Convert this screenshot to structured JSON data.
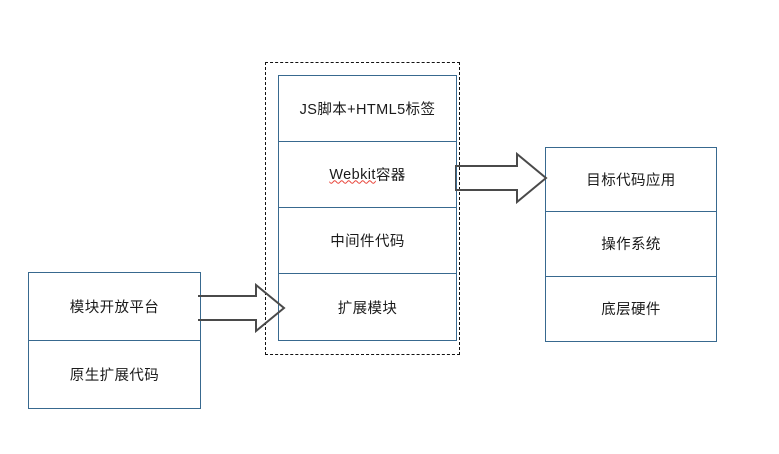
{
  "diagram": {
    "title": "HTML5 hybrid application architecture diagram",
    "colors": {
      "box_border": "#38698f",
      "dashed_border": "#111111",
      "arrow_stroke": "#4a4a4a",
      "text": "#1a1a1a",
      "background": "#ffffff",
      "spellcheck_underline": "#e8443a"
    },
    "left_group": {
      "name": "module-platform-stack",
      "rows": [
        {
          "label": "模块开放平台"
        },
        {
          "label": "原生扩展代码"
        }
      ]
    },
    "center_group": {
      "name": "hybrid-container-stack",
      "dashed_boundary": true,
      "rows": [
        {
          "label": "JS脚本+HTML5标签"
        },
        {
          "label_prefix": "Webkit",
          "label_suffix": "容器",
          "spellchecked": true
        },
        {
          "label": "中间件代码"
        },
        {
          "label": "扩展模块"
        }
      ]
    },
    "right_group": {
      "name": "target-platform-stack",
      "rows": [
        {
          "label": "目标代码应用"
        },
        {
          "label": "操作系统"
        },
        {
          "label": "底层硬件"
        }
      ]
    },
    "arrows": [
      {
        "name": "arrow-left-to-center",
        "direction": "right",
        "from": "模块开放平台",
        "to": "扩展模块"
      },
      {
        "name": "arrow-center-to-right",
        "direction": "right",
        "from": "Webkit容器",
        "to": "目标代码应用"
      }
    ]
  }
}
